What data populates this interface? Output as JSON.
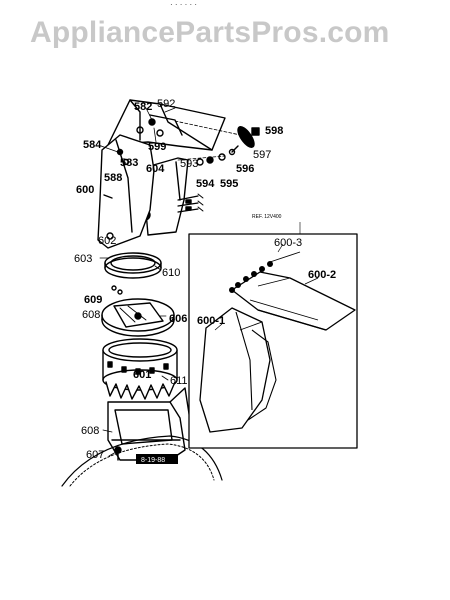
{
  "watermark": "AppliancePartsPros.com",
  "top_fragment": "· · ·  ·  · ·",
  "inset_ref": "REF. 12V400",
  "bottom_badge": "8-19-88",
  "labels": {
    "p582": "582",
    "p592": "592",
    "p598": "598",
    "p584": "584",
    "p583": "583",
    "p599": "599",
    "p597": "597",
    "p604": "604",
    "p593": "593",
    "p596": "596",
    "p588": "588",
    "p594": "594",
    "p595": "595",
    "p600": "600",
    "p602": "602",
    "p603": "603",
    "p610": "610",
    "p609": "609",
    "p608a": "608",
    "p606": "606",
    "p601": "601",
    "p611": "611",
    "p608b": "608",
    "p607": "607",
    "p600_3": "600-3",
    "p600_2": "600-2",
    "p600_1": "600-1"
  }
}
